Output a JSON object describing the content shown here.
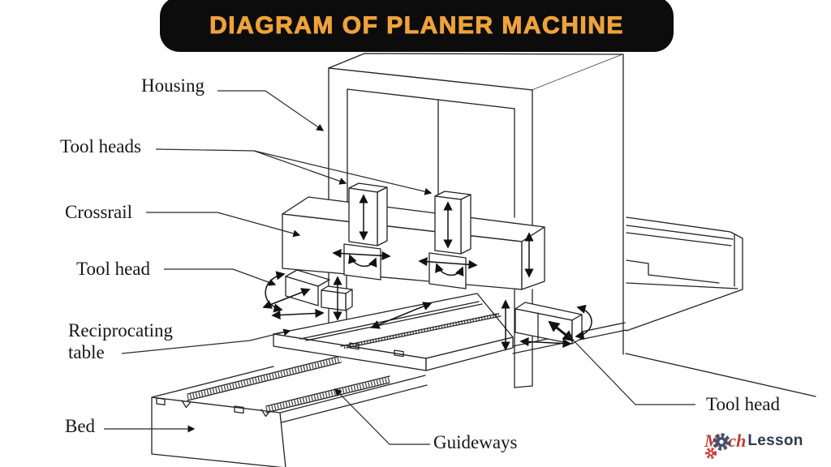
{
  "title_banner": {
    "text": "DIAGRAM OF PLANER MACHINE",
    "bg_color": "#0c0c0c",
    "text_color": "#EFA23B"
  },
  "labels": {
    "housing": "Housing",
    "tool_heads": "Tool heads",
    "crossrail": "Crossrail",
    "tool_head_left": "Tool head",
    "reciprocating_line1": "Reciprocating",
    "reciprocating_line2": "table",
    "bed": "Bed",
    "guideways": "Guideways",
    "tool_head_right": "Tool head"
  },
  "diagram": {
    "subject": "Planer machine line drawing",
    "parts": [
      "Housing",
      "Tool heads",
      "Crossrail",
      "Tool head",
      "Reciprocating table",
      "Bed",
      "Guideways",
      "Tool head"
    ],
    "motion_arrows": [
      "tool-head vertical feed",
      "crossrail vertical travel",
      "clapper swivel",
      "tool-head horizontal feed",
      "table reciprocation",
      "side tool-head travel"
    ]
  },
  "logo": {
    "word1": "Mech",
    "word2": "Lesson",
    "word1_color": "#C33B38",
    "word2_color": "#2C3B52",
    "gear_large_color": "#41516B",
    "gear_small_color": "#CE3F3C"
  },
  "colors": {
    "background": "#ffffff",
    "ink": "#222222",
    "banner_bg": "#0c0c0c",
    "banner_text": "#EFA23B"
  }
}
